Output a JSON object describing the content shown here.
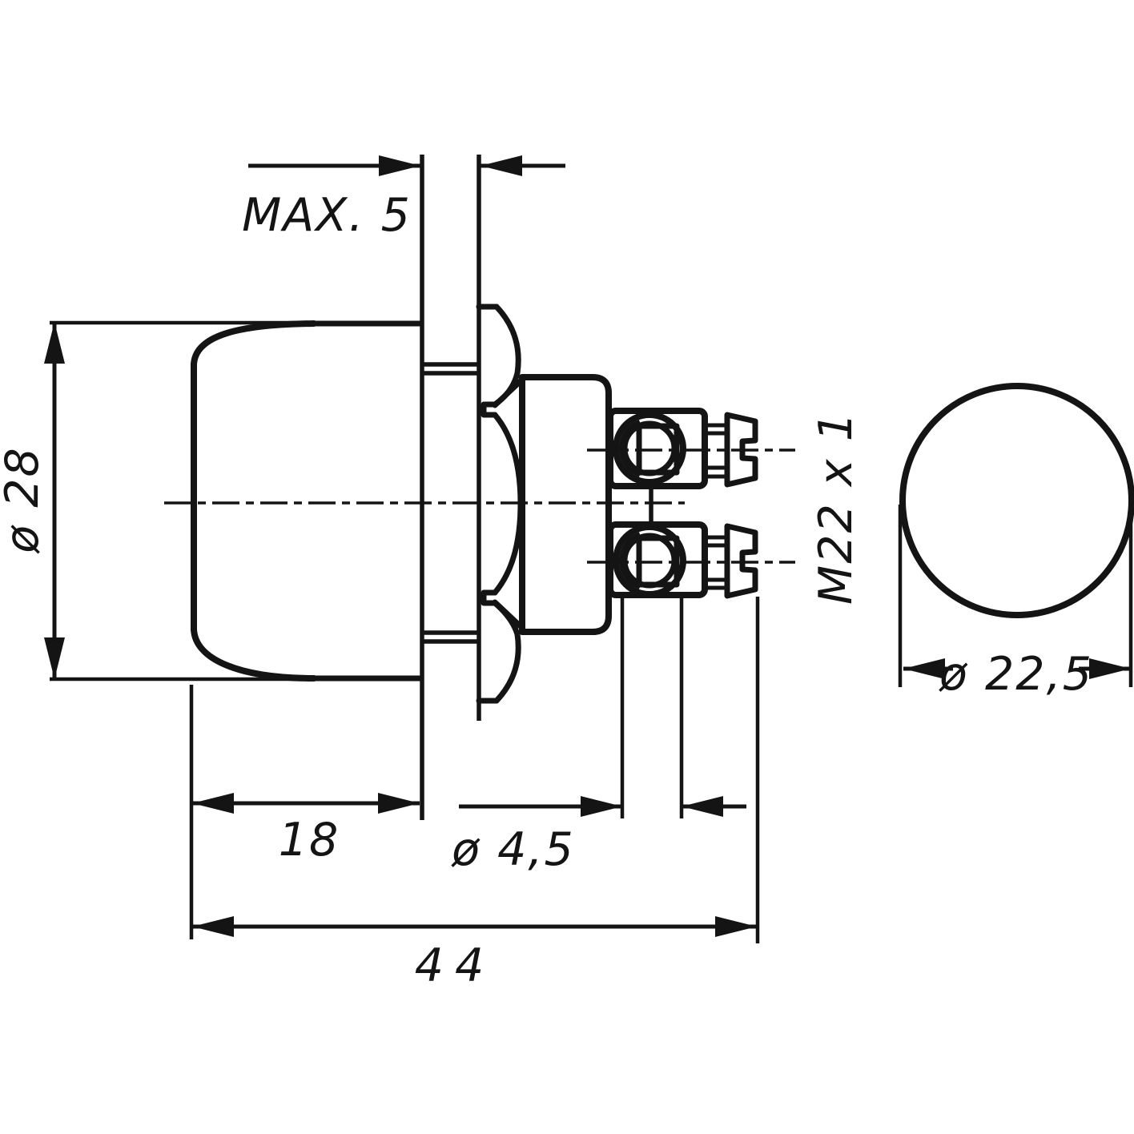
{
  "drawing": {
    "kind": "technical-drawing",
    "subject": "panel-mount push-button switch, side view and front view",
    "colors": {
      "ink": "#141414",
      "paper": "#ffffff"
    },
    "labels": {
      "panel_thickness": "MAX. 5",
      "cap_diameter": "ø 28",
      "thread": "M22 x 1",
      "cap_length": "18",
      "terminal_hole_diameter": "ø 4,5",
      "total_length": "44",
      "front_diameter": "ø 22,5"
    }
  }
}
